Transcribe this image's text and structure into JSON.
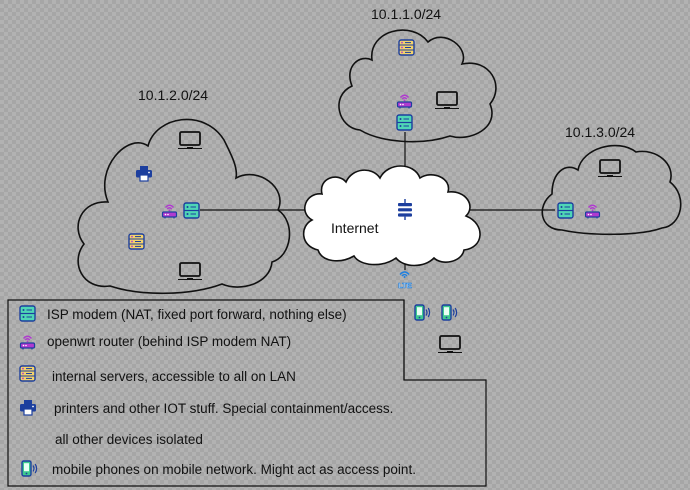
{
  "networks": {
    "net_1_1": "10.1.1.0/24",
    "net_1_2": "10.1.2.0/24",
    "net_1_3": "10.1.3.0/24",
    "internet": "Internet"
  },
  "icons": {
    "modem": "modem-icon",
    "router": "wifi-router-icon",
    "server": "server-icon",
    "laptop": "laptop-icon",
    "printer": "printer-icon",
    "phone": "mobile-phone-icon",
    "lte": "lte-tower-icon",
    "internet_switch": "network-switch-icon"
  },
  "lte_label": "LTE",
  "legend": {
    "modem": "ISP modem (NAT, fixed port forward, nothing else)",
    "router": "openwrt router (behind ISP modem NAT)",
    "servers": "internal servers, accessible to all on LAN",
    "printers": "printers and other IOT stuff. Special containment/access.",
    "isolated": "all other devices isolated",
    "mobile": "mobile phones on mobile network. Might act as access point."
  },
  "colors": {
    "modem_fill": "#4fd6b5",
    "server_fill": "#f4d36b",
    "router_accent": "#b03ad0",
    "device_blue": "#1d3f9e",
    "phone_fill": "#3ec98f",
    "line": "#111111"
  }
}
